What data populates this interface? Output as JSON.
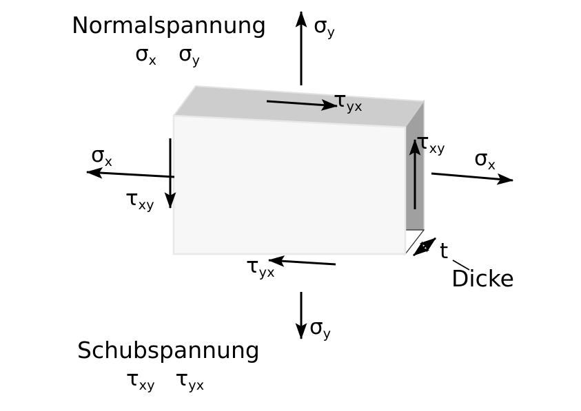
{
  "diagram": {
    "title_normal": "Normalspannung",
    "title_normal_symbols": "σx σy",
    "title_shear": "Schubspannung",
    "title_shear_symbols": "τxy τyx",
    "thickness_symbol": "t",
    "thickness_label": "Dicke",
    "colors": {
      "front_face": "#f7f7f7",
      "top_face": "#cdcdcd",
      "right_face": "#a0a0a0",
      "bottom_face": "#ffffff",
      "edge": "#e8e8e8",
      "arrow": "#000000",
      "background": "#ffffff"
    },
    "labels": {
      "sigma": "σ",
      "tau": "τ",
      "sub_x": "x",
      "sub_y": "y",
      "sub_xy": "xy",
      "sub_yx": "yx"
    },
    "annotations": [
      {
        "name": "sigma-y-top",
        "symbol": "σ",
        "sub": "y",
        "direction": "up"
      },
      {
        "name": "sigma-y-bottom",
        "symbol": "σ",
        "sub": "y",
        "direction": "down"
      },
      {
        "name": "sigma-x-left",
        "symbol": "σ",
        "sub": "x",
        "direction": "left"
      },
      {
        "name": "sigma-x-right",
        "symbol": "σ",
        "sub": "x",
        "direction": "right"
      },
      {
        "name": "tau-yx-top",
        "symbol": "τ",
        "sub": "yx",
        "direction": "right"
      },
      {
        "name": "tau-yx-bottom",
        "symbol": "τ",
        "sub": "yx",
        "direction": "left"
      },
      {
        "name": "tau-xy-left",
        "symbol": "τ",
        "sub": "xy",
        "direction": "down"
      },
      {
        "name": "tau-xy-right",
        "symbol": "τ",
        "sub": "xy",
        "direction": "up"
      }
    ]
  }
}
